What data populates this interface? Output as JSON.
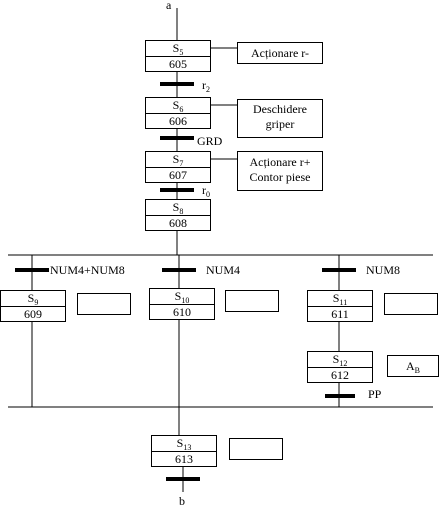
{
  "connectors": {
    "entry": "a",
    "exit": "b"
  },
  "steps": [
    {
      "id": "s5",
      "name": "S",
      "sub": "5",
      "code": "605"
    },
    {
      "id": "s6",
      "name": "S",
      "sub": "6",
      "code": "606"
    },
    {
      "id": "s7",
      "name": "S",
      "sub": "7",
      "code": "607"
    },
    {
      "id": "s8",
      "name": "S",
      "sub": "8",
      "code": "608"
    },
    {
      "id": "s9",
      "name": "S",
      "sub": "9",
      "code": "609"
    },
    {
      "id": "s10",
      "name": "S",
      "sub": "10",
      "code": "610"
    },
    {
      "id": "s11",
      "name": "S",
      "sub": "11",
      "code": "611"
    },
    {
      "id": "s12",
      "name": "S",
      "sub": "12",
      "code": "612"
    },
    {
      "id": "s13",
      "name": "S",
      "sub": "13",
      "code": "613"
    }
  ],
  "transitions": {
    "t56": {
      "label": "r",
      "sub": "2"
    },
    "t67": {
      "label": "GRD"
    },
    "t78": {
      "label": "r",
      "sub": "0"
    },
    "branch_left": {
      "label": "NUM4+NUM8"
    },
    "branch_mid": {
      "label": "NUM4"
    },
    "branch_right": {
      "label": "NUM8"
    },
    "t12": {
      "label": "PP"
    }
  },
  "actions": {
    "s5": "Acționare r-",
    "s6_line1": "Deschidere",
    "s6_line2": "griper",
    "s7_line1": "Acționare r+",
    "s7_line2": "Contor piese",
    "s12": "A",
    "s12_sub": "B"
  }
}
